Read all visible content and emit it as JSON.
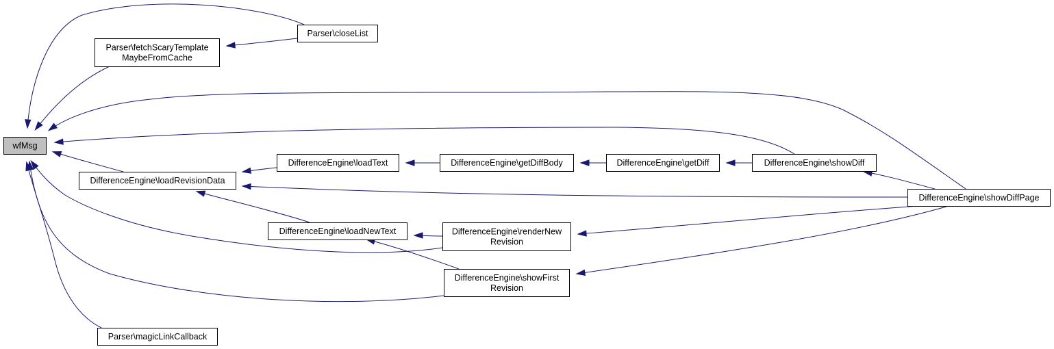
{
  "nodes": [
    {
      "id": "wfMsg",
      "lines": [
        "wfMsg"
      ],
      "root": true
    },
    {
      "id": "closeList",
      "lines": [
        "Parser\\closeList"
      ]
    },
    {
      "id": "fetchScary",
      "lines": [
        "Parser\\fetchScaryTemplate",
        "MaybeFromCache"
      ]
    },
    {
      "id": "loadRevisionData",
      "lines": [
        "DifferenceEngine\\loadRevisionData"
      ]
    },
    {
      "id": "loadText",
      "lines": [
        "DifferenceEngine\\loadText"
      ]
    },
    {
      "id": "getDiffBody",
      "lines": [
        "DifferenceEngine\\getDiffBody"
      ]
    },
    {
      "id": "getDiff",
      "lines": [
        "DifferenceEngine\\getDiff"
      ]
    },
    {
      "id": "showDiff",
      "lines": [
        "DifferenceEngine\\showDiff"
      ]
    },
    {
      "id": "showDiffPage",
      "lines": [
        "DifferenceEngine\\showDiffPage"
      ]
    },
    {
      "id": "loadNewText",
      "lines": [
        "DifferenceEngine\\loadNewText"
      ]
    },
    {
      "id": "renderNewRevision",
      "lines": [
        "DifferenceEngine\\renderNew",
        "Revision"
      ]
    },
    {
      "id": "showFirstRevision",
      "lines": [
        "DifferenceEngine\\showFirst",
        "Revision"
      ]
    },
    {
      "id": "magicLinkCallback",
      "lines": [
        "Parser\\magicLinkCallback"
      ]
    }
  ],
  "edges": [
    {
      "from": "closeList",
      "to": "wfMsg"
    },
    {
      "from": "closeList",
      "to": "fetchScary"
    },
    {
      "from": "fetchScary",
      "to": "wfMsg"
    },
    {
      "from": "showDiffPage",
      "to": "wfMsg"
    },
    {
      "from": "showDiff",
      "to": "wfMsg"
    },
    {
      "from": "loadRevisionData",
      "to": "wfMsg"
    },
    {
      "from": "renderNewRevision",
      "to": "wfMsg"
    },
    {
      "from": "showFirstRevision",
      "to": "wfMsg"
    },
    {
      "from": "magicLinkCallback",
      "to": "wfMsg"
    },
    {
      "from": "loadText",
      "to": "loadRevisionData"
    },
    {
      "from": "showDiffPage",
      "to": "loadRevisionData"
    },
    {
      "from": "loadNewText",
      "to": "loadRevisionData"
    },
    {
      "from": "getDiffBody",
      "to": "loadText"
    },
    {
      "from": "getDiff",
      "to": "getDiffBody"
    },
    {
      "from": "showDiff",
      "to": "getDiff"
    },
    {
      "from": "showDiffPage",
      "to": "showDiff"
    },
    {
      "from": "renderNewRevision",
      "to": "loadNewText"
    },
    {
      "from": "showFirstRevision",
      "to": "loadNewText"
    },
    {
      "from": "showDiffPage",
      "to": "renderNewRevision"
    },
    {
      "from": "showDiffPage",
      "to": "showFirstRevision"
    }
  ],
  "colors": {
    "edge": "#191970",
    "node_border": "#000000",
    "node_fill": "#ffffff",
    "root_fill": "#bfbfbf"
  }
}
